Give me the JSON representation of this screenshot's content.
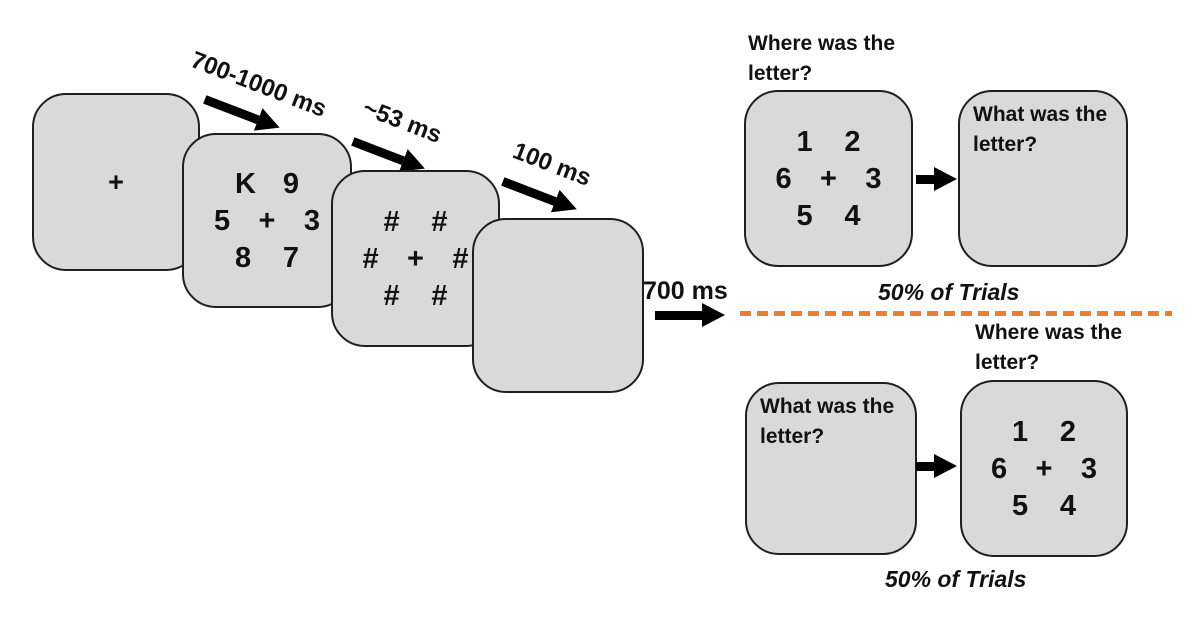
{
  "colors": {
    "card_fill": "#d9d9d9",
    "card_border": "#1f1f1f",
    "arrow": "#000000",
    "divider_orange": "#ED7D31"
  },
  "sequence": {
    "fixation_cross": "+",
    "stimulus_rows": [
      [
        "K",
        "9"
      ],
      [
        "5",
        "+",
        "3"
      ],
      [
        "8",
        "7"
      ]
    ],
    "mask_rows": [
      [
        "#",
        "#"
      ],
      [
        "#",
        "+",
        "#"
      ],
      [
        "#",
        "#"
      ]
    ],
    "timing_labels": {
      "fixation_to_stimulus": "700-1000 ms",
      "stimulus_to_mask": "~53 ms",
      "mask_to_blank": "100 ms",
      "blank_to_probe": "700 ms"
    }
  },
  "branches": {
    "top": {
      "heading": "Where was the letter?",
      "location_rows": [
        [
          "1",
          "2"
        ],
        [
          "6",
          "+",
          "3"
        ],
        [
          "5",
          "4"
        ]
      ],
      "letter_question": "What was the letter?",
      "trials_label": "50% of Trials"
    },
    "bottom": {
      "heading": "Where was the letter?",
      "letter_question": "What was the letter?",
      "location_rows": [
        [
          "1",
          "2"
        ],
        [
          "6",
          "+",
          "3"
        ],
        [
          "5",
          "4"
        ]
      ],
      "trials_label": "50% of Trials"
    }
  }
}
